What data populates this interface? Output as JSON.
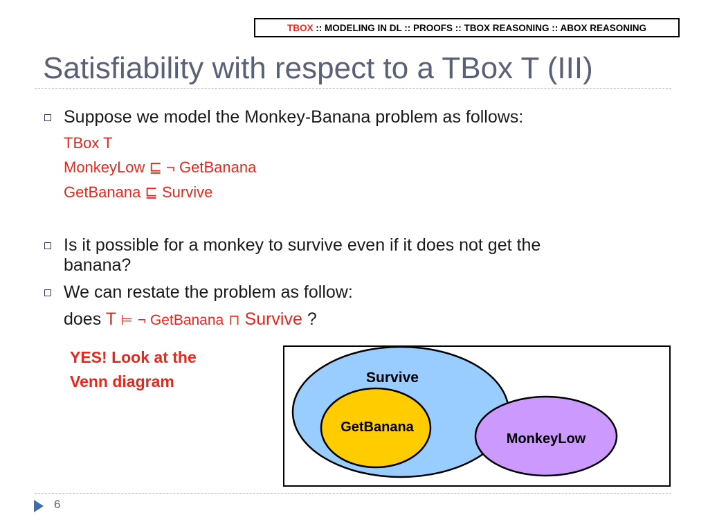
{
  "breadcrumb": {
    "active": "TBOX",
    "rest": "::  MODELING IN DL :: PROOFS :: TBOX REASONING :: ABOX REASONING"
  },
  "title": "Satisfiability with respect to a TBox T (III)",
  "bullet1": {
    "text": "Suppose we model the Monkey-Banana problem as follows:",
    "lines": [
      "TBox T",
      "MonkeyLow ⊑ ¬ GetBanana",
      "GetBanana ⊑ Survive"
    ]
  },
  "bullet2": {
    "line1": "Is it possible for a monkey to survive even if it does not get the",
    "line2": "banana?"
  },
  "bullet3": {
    "text": "We can restate the problem as follow:",
    "prefix": "does ",
    "formula_t": "T",
    "formula_entails": "⊨",
    "formula_neg": "¬ GetBanana",
    "formula_meet": "⊓",
    "formula_survive": "Survive",
    "suffix": " ?"
  },
  "answer": {
    "line1": "YES! Look at the",
    "line2": "Venn diagram"
  },
  "venn": {
    "survive_label": "Survive",
    "getbanana_label": "GetBanana",
    "monkeylow_label": "MonkeyLow",
    "colors": {
      "survive": "#99ccff",
      "getbanana": "#ffcc00",
      "monkeylow": "#cc99ff"
    }
  },
  "footer": {
    "page": "6"
  }
}
